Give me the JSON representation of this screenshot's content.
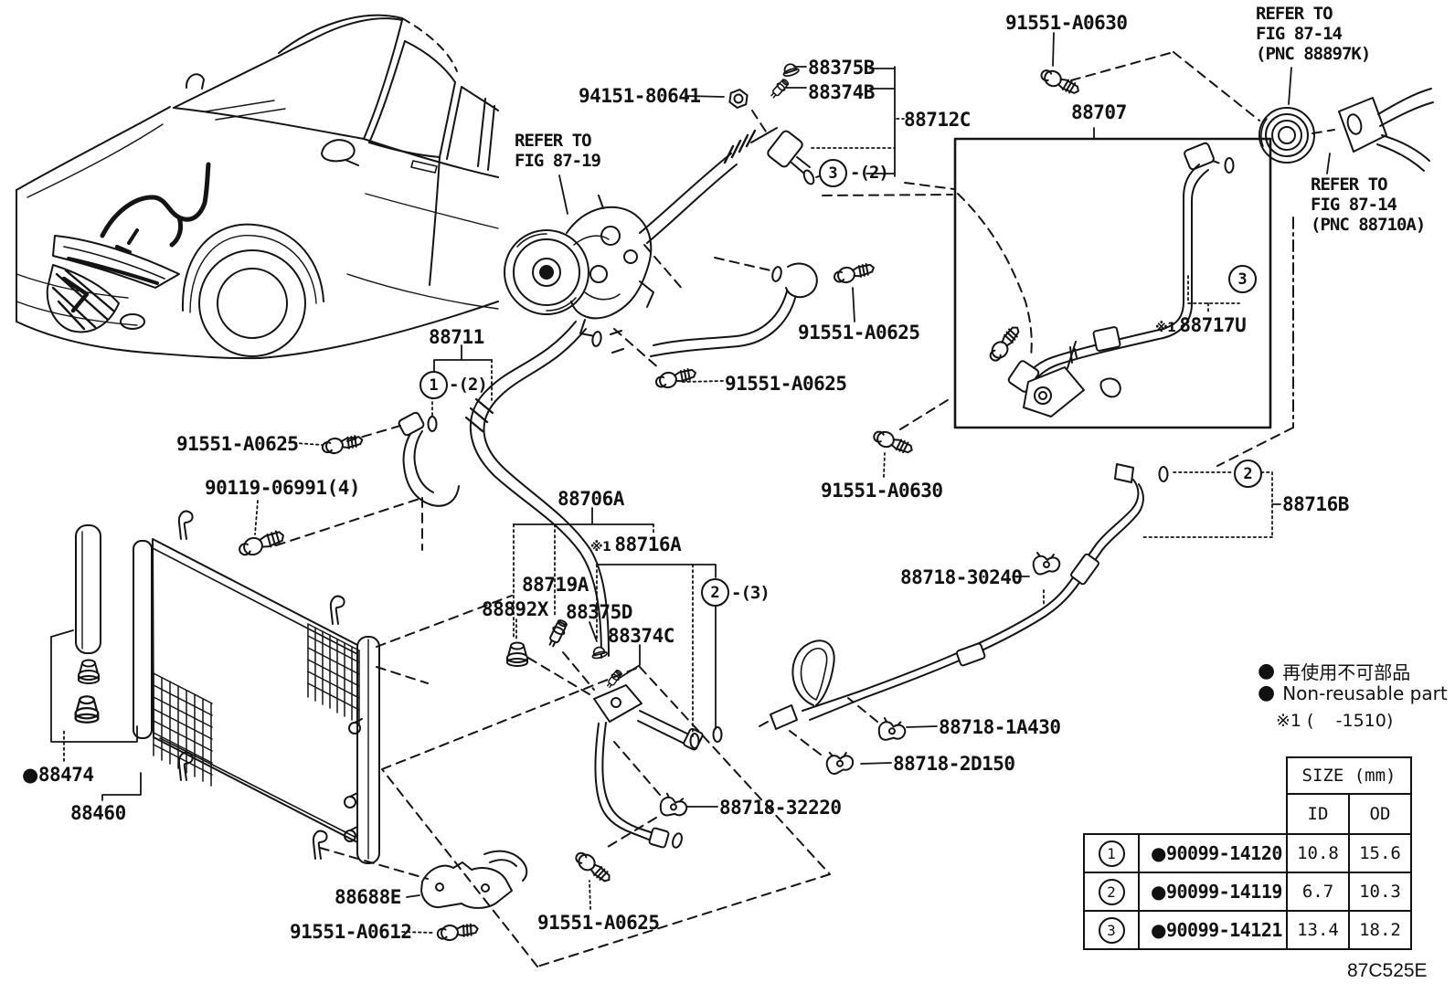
{
  "diagram": {
    "figure_code": "87C525E"
  },
  "labels": {
    "refer_fig_87_19": "REFER TO\nFIG 87-19",
    "refer_fig_87_14_top": "REFER TO\nFIG 87-14\n(PNC 88897K)",
    "refer_fig_87_14_bot": "REFER TO\nFIG 87-14\n(PNC 88710A)",
    "p94151_80641": "94151-80641",
    "p88375B": "88375B",
    "p88374B": "88374B",
    "p88712C": "88712C",
    "p88707": "88707",
    "p91551_A0630_top": "91551-A0630",
    "p91551_A0630_mid": "91551-A0630",
    "p91551_A0625_a": "91551-A0625",
    "p91551_A0625_b": "91551-A0625",
    "p91551_A0625_c": "91551-A0625",
    "p91551_A0625_d": "91551-A0625",
    "p88711": "88711",
    "p90119_06991": "90119-06991(4)",
    "p88706A": "88706A",
    "p88716A": "88716A",
    "p88719A": "88719A",
    "p88892X": "88892X",
    "p88375D": "88375D",
    "p88374C": "88374C",
    "p88718_30240": "88718-30240",
    "p88716B": "88716B",
    "p88717U": "88717U",
    "p88718_1A430": "88718-1A430",
    "p88718_2D150": "88718-2D150",
    "p88718_32220": "88718-32220",
    "p88688E": "88688E",
    "p91551_A0612": "91551-A0612",
    "p88474": "88474",
    "p88460": "88460",
    "note1_mark": "※1"
  },
  "callouts": {
    "c3a": {
      "ref": "3",
      "qty": "-(2)"
    },
    "c1a": {
      "ref": "1",
      "qty": "-(2)"
    },
    "c2a": {
      "ref": "2",
      "qty": "-(3)"
    },
    "c2b": {
      "ref": "2"
    },
    "c3c": {
      "ref": "3"
    }
  },
  "legend": {
    "non_reusable_mark": "●",
    "jp": "再使用不可部品",
    "en": "Non-reusable part",
    "note": "※1 (    -1510)"
  },
  "table": {
    "size_header": "SIZE (mm)",
    "col_id": "ID",
    "col_od": "OD",
    "rows": [
      {
        "ref": "1",
        "part": "90099-14120",
        "id": "10.8",
        "od": "15.6"
      },
      {
        "ref": "2",
        "part": "90099-14119",
        "id": "6.7",
        "od": "10.3"
      },
      {
        "ref": "3",
        "part": "90099-14121",
        "id": "13.4",
        "od": "18.2"
      }
    ]
  }
}
